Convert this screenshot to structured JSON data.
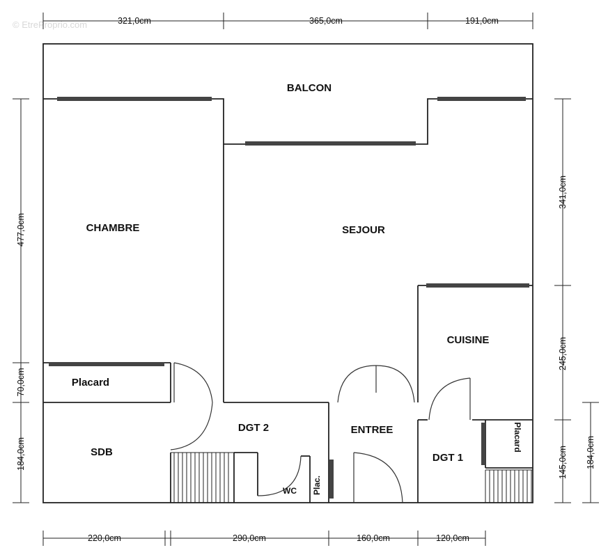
{
  "watermark": "© EtreProprio.com",
  "rooms": {
    "balcon": "BALCON",
    "chambre": "CHAMBRE",
    "sejour": "SEJOUR",
    "cuisine": "CUISINE",
    "placard_left": "Placard",
    "sdb": "SDB",
    "dgt2": "DGT 2",
    "entree": "ENTREE",
    "dgt1": "DGT 1",
    "wc": "WC",
    "plac": "Plac.",
    "placard_right": "Placard"
  },
  "dimensions": {
    "top": [
      "321,0cm",
      "365,0cm",
      "191,0cm"
    ],
    "bottom": [
      "220,0cm",
      "290,0cm",
      "160,0cm",
      "120,0cm"
    ],
    "left": [
      "477,0cm",
      "70,0cm",
      "184,0cm"
    ],
    "right": [
      "341,0cm",
      "245,0cm",
      "145,0cm"
    ],
    "far_right": [
      "184,0cm"
    ]
  },
  "colors": {
    "wall": "#222222",
    "window": "#444444"
  }
}
